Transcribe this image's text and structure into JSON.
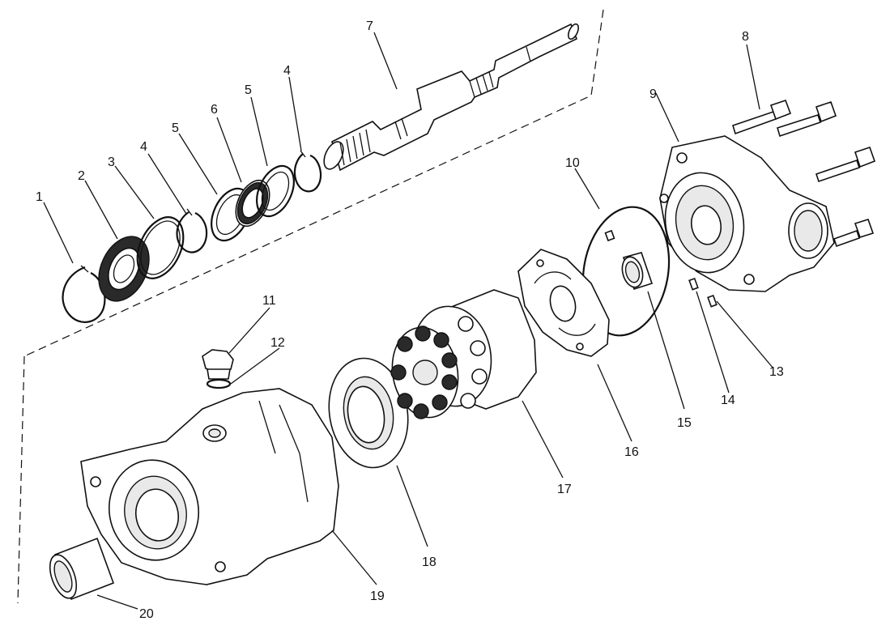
{
  "diagram": {
    "labels": [
      {
        "id": "1",
        "text": "1"
      },
      {
        "id": "2",
        "text": "2"
      },
      {
        "id": "3",
        "text": "3"
      },
      {
        "id": "4a",
        "text": "4"
      },
      {
        "id": "5a",
        "text": "5"
      },
      {
        "id": "6",
        "text": "6"
      },
      {
        "id": "5b",
        "text": "5"
      },
      {
        "id": "4b",
        "text": "4"
      },
      {
        "id": "7",
        "text": "7"
      },
      {
        "id": "8",
        "text": "8"
      },
      {
        "id": "9",
        "text": "9"
      },
      {
        "id": "10",
        "text": "10"
      },
      {
        "id": "11",
        "text": "11"
      },
      {
        "id": "12",
        "text": "12"
      },
      {
        "id": "13",
        "text": "13"
      },
      {
        "id": "14",
        "text": "14"
      },
      {
        "id": "15",
        "text": "15"
      },
      {
        "id": "16",
        "text": "16"
      },
      {
        "id": "17",
        "text": "17"
      },
      {
        "id": "18",
        "text": "18"
      },
      {
        "id": "19",
        "text": "19"
      },
      {
        "id": "20",
        "text": "20"
      }
    ]
  }
}
